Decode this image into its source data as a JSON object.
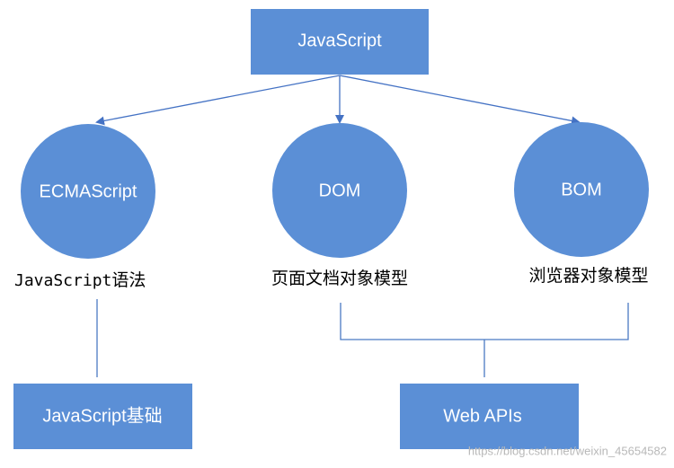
{
  "colors": {
    "node_fill": "#5b8fd6",
    "connector": "#4472c4",
    "tree_line": "#4a7ac4",
    "text_on_node": "#ffffff",
    "caption_text": "#000000",
    "watermark": "#b8b8b8"
  },
  "nodes": {
    "javascript": "JavaScript",
    "ecmascript": "ECMAScript",
    "dom": "DOM",
    "bom": "BOM",
    "js_basics": "JavaScript基础",
    "web_apis": "Web APIs"
  },
  "captions": {
    "ecmascript_prefix": "JavaScript",
    "ecmascript_suffix": "语法",
    "dom": "页面文档对象模型",
    "bom": "浏览器对象模型"
  },
  "watermark": "https://blog.csdn.net/weixin_45654582"
}
